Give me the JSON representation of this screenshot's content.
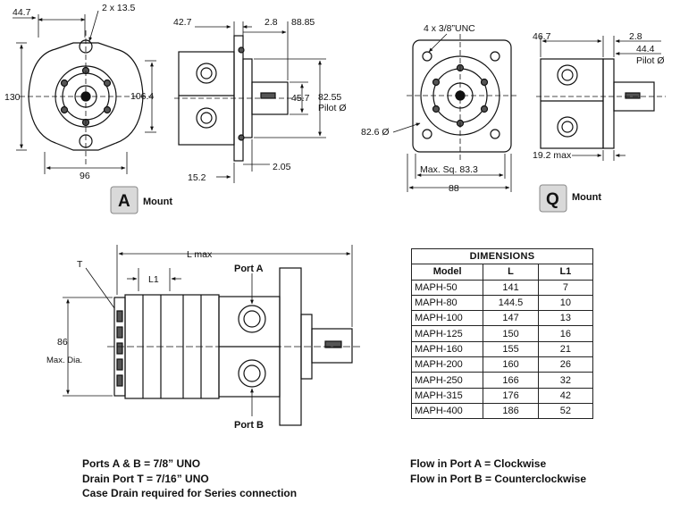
{
  "mount_a": {
    "letter": "A",
    "caption": "Mount",
    "dims": {
      "d44_7": "44.7",
      "holes": "2 x 13.5",
      "d130": "130",
      "d106_4": "106.4",
      "d96": "96",
      "d42_7": "42.7",
      "d2_8": "2.8",
      "d88_85": "88.85",
      "d45_7": "45.7",
      "d82_55": "82.55",
      "pilot": "Pilot Ø",
      "d15_2": "15.2",
      "d2_05": "2.05"
    }
  },
  "mount_q": {
    "letter": "Q",
    "caption": "Mount",
    "dims": {
      "holes": "4 x 3/8”UNC",
      "d82_6": "82.6 Ø",
      "max_sq": "Max. Sq. 83.3",
      "d88": "88",
      "d46_7": "46.7",
      "d2_8": "2.8",
      "d44_4": "44.4",
      "pilot": "Pilot Ø",
      "d19_2": "19.2 max"
    }
  },
  "side_view": {
    "t_label": "T",
    "l_max": "L max",
    "l1": "L1",
    "port_a": "Port A",
    "port_b": "Port B",
    "d86": "86",
    "max_dia": "Max. Dia."
  },
  "dimensions_table": {
    "title": "DIMENSIONS",
    "headers": [
      "Model",
      "L",
      "L1"
    ],
    "rows": [
      [
        "MAPH-50",
        "141",
        "7"
      ],
      [
        "MAPH-80",
        "144.5",
        "10"
      ],
      [
        "MAPH-100",
        "147",
        "13"
      ],
      [
        "MAPH-125",
        "150",
        "16"
      ],
      [
        "MAPH-160",
        "155",
        "21"
      ],
      [
        "MAPH-200",
        "160",
        "26"
      ],
      [
        "MAPH-250",
        "166",
        "32"
      ],
      [
        "MAPH-315",
        "176",
        "42"
      ],
      [
        "MAPH-400",
        "186",
        "52"
      ]
    ]
  },
  "notes_left": [
    "Ports A & B = 7/8” UNO",
    "Drain Port T = 7/16” UNO",
    "Case Drain required for Series connection"
  ],
  "notes_right": [
    "Flow in Port A = Clockwise",
    "Flow in Port B = Counterclockwise"
  ]
}
